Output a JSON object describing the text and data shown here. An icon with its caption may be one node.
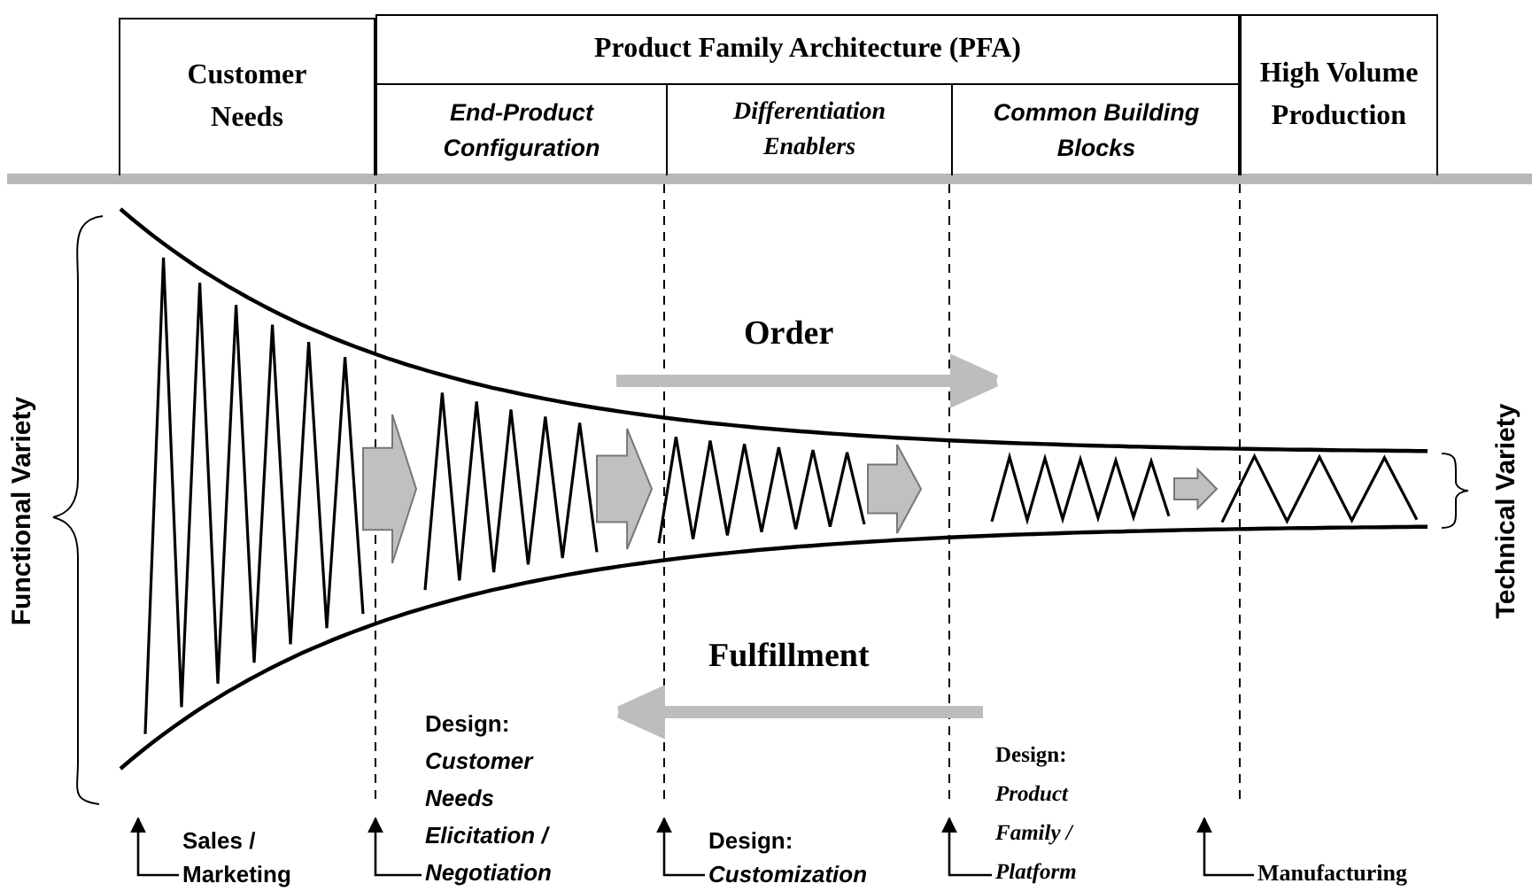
{
  "diagram": {
    "nodes": [
      {
        "text": [
          "Customer Needs"
        ]
      },
      {
        "text": [
          "Product Family Architecture (PFA)"
        ]
      },
      {
        "text": [
          "End-Product Configuration"
        ],
        "in": 1
      },
      {
        "text": [
          "Differentiation Enablers"
        ],
        "in": 1
      },
      {
        "text": [
          "Common Building Blocks"
        ],
        "in": 1
      },
      {
        "text": [
          "High Volume Production"
        ]
      },
      {
        "text": [
          "Sales / Marketing"
        ]
      },
      {
        "text": [
          "Design:",
          "Customer Needs Elicitation / Negotiation"
        ]
      },
      {
        "text": [
          "Design:",
          "Customization"
        ]
      },
      {
        "text": [
          "Design:",
          "Product Family / Platform"
        ]
      },
      {
        "text": [
          "Manufacturing"
        ]
      }
    ],
    "edges": [
      {
        "from": 6,
        "to": null,
        "arrow": "to"
      },
      {
        "from": 7,
        "to": null,
        "arrow": "to"
      },
      {
        "from": 8,
        "to": null,
        "arrow": "to"
      },
      {
        "from": 9,
        "to": null,
        "arrow": "to"
      },
      {
        "from": 10,
        "to": null,
        "arrow": "to"
      }
    ],
    "labels": [
      "Order",
      "Fulfillment",
      "Functional Variety",
      "Technical Variety"
    ]
  }
}
